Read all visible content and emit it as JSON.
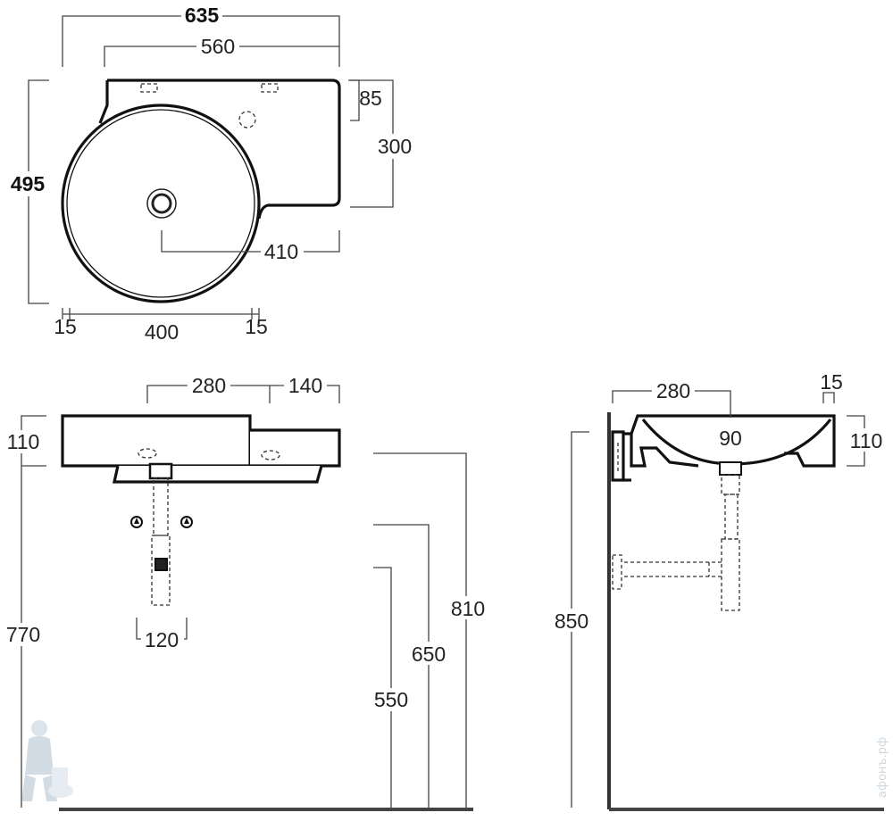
{
  "top_view": {
    "total_width": "635",
    "inner_width": "560",
    "depth": "495",
    "shelf_depth": "300",
    "tap_offset": "85",
    "drain_offset": "410",
    "bowl_margin_left": "15",
    "bowl_diameter": "400",
    "bowl_margin_right": "15"
  },
  "front_view": {
    "left_section": "280",
    "right_section": "140",
    "height": "110",
    "fixing_spacing": "120",
    "floor_to_top": "770",
    "height_810": "810",
    "height_650": "650",
    "height_550": "550"
  },
  "side_view": {
    "projection": "280",
    "rim": "15",
    "bowl_depth": "90",
    "height": "110",
    "floor_to_top": "850"
  },
  "watermark": {
    "text": "афонъ.рф"
  }
}
